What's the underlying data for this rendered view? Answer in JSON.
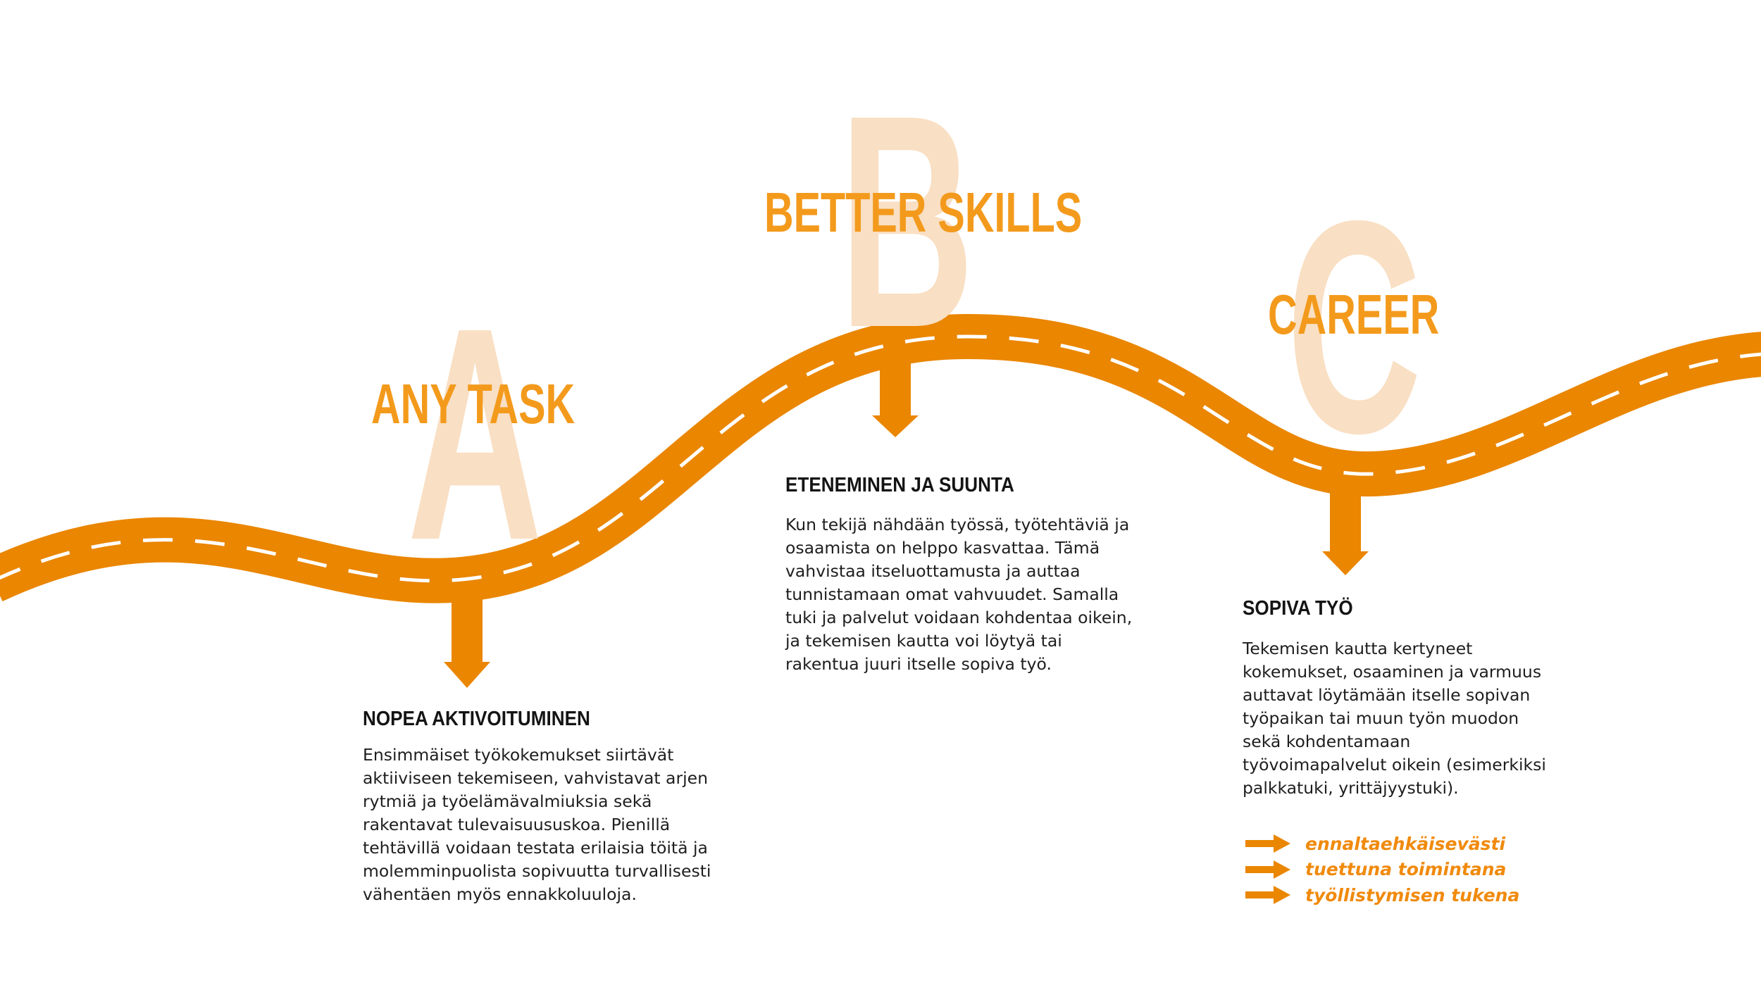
{
  "colors": {
    "road": "#ea8600",
    "road_dash": "#ffffff",
    "title": "#f39a1c",
    "letter": "#f9dfc3",
    "bullet": "#f08a0d",
    "text": "#1e1e1e"
  },
  "stages": {
    "a": {
      "letter": "A",
      "title": "ANY TASK",
      "heading": "NOPEA AKTIVOITUMINEN",
      "body": "Ensimmäiset työkokemukset siirtävät\naktiiviseen tekemiseen, vahvistavat arjen\nrytmiä ja työelämävalmiuksia sekä\nrakentavat tulevaisuususkoa. Pienillä\ntehtävillä voidaan testata erilaisia töitä ja\nmolemminpuolista sopivuutta turvallisesti\nvähentäen myös ennakkoluuloja."
    },
    "b": {
      "letter": "B",
      "title": "BETTER SKILLS",
      "heading": "ETENEMINEN JA SUUNTA",
      "body": "Kun tekijä nähdään työssä, työtehtäviä ja\nosaamista on helppo kasvattaa. Tämä\nvahvistaa itseluottamusta ja auttaa\ntunnistamaan omat vahvuudet. Samalla\ntuki ja palvelut voidaan kohdentaa oikein,\nja tekemisen kautta voi löytyä tai\nrakentua juuri itselle sopiva työ."
    },
    "c": {
      "letter": "C",
      "title": "CAREER",
      "heading": "SOPIVA TYÖ",
      "body": "Tekemisen kautta kertyneet\nkokemukset, osaaminen ja varmuus\nauttavat löytämään itselle sopivan\ntyöpaikan tai muun työn muodon\nsekä kohdentamaan\ntyövoimapalvelut oikein (esimerkiksi\npalkkatuki, yrittäjyystuki)."
    }
  },
  "bullets": [
    {
      "icon": "arrow-right-icon",
      "label": "ennaltaehkäisevästi"
    },
    {
      "icon": "arrow-right-icon",
      "label": "tuettuna toimintana"
    },
    {
      "icon": "arrow-right-icon",
      "label": "työllistymisen tukena"
    }
  ],
  "icons": {
    "road": "road-icon",
    "pointer": "arrow-down-icon"
  }
}
